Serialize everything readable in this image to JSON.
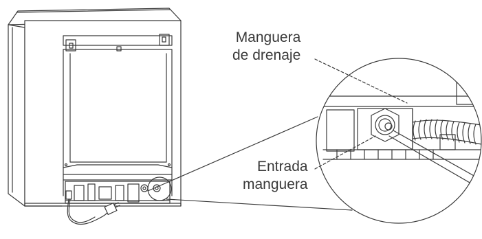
{
  "labels": {
    "drain_hose": {
      "line1": "Manguera",
      "line2": "de drenaje"
    },
    "inlet_hose": {
      "line1": "Entrada",
      "line2": "manguera"
    }
  },
  "colors": {
    "line": "#3a3a3a",
    "text": "#3a3a3a",
    "background": "#ffffff"
  }
}
